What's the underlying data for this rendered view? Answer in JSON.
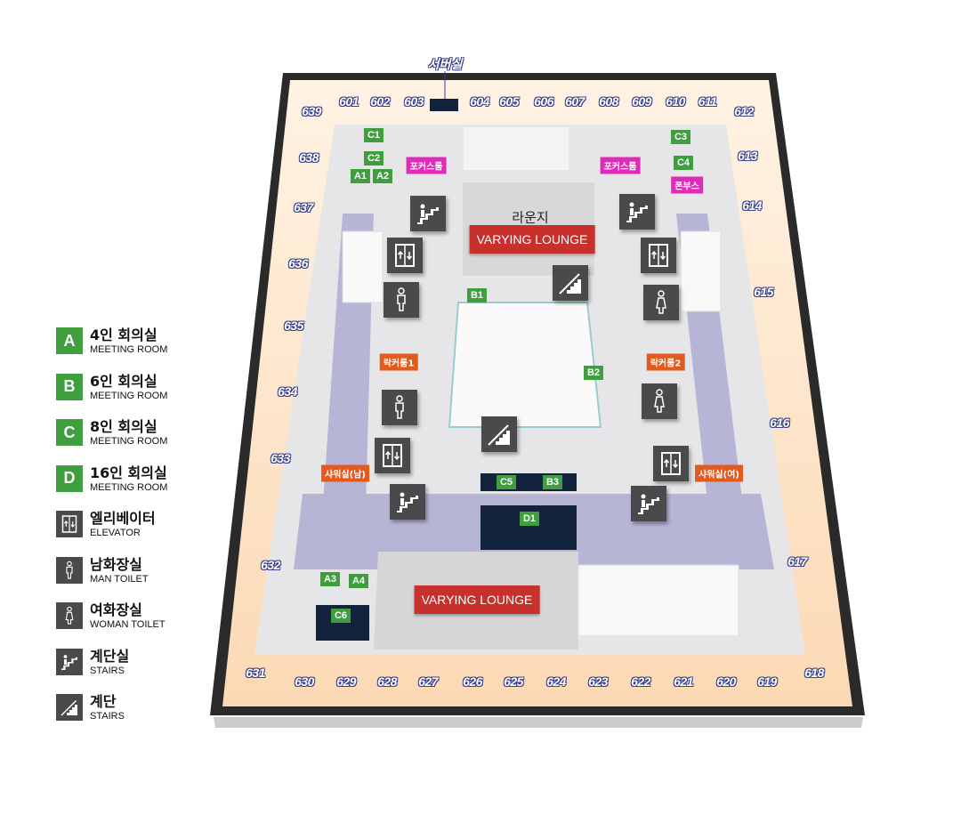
{
  "map": {
    "server_room_label": "서버실",
    "lounge_label_kr": "라운지",
    "lounges": [
      "VARYING LOUNGE",
      "VARYING LOUNGE"
    ],
    "rooms": [
      "601",
      "602",
      "603",
      "604",
      "605",
      "606",
      "607",
      "608",
      "609",
      "610",
      "611",
      "612",
      "613",
      "614",
      "615",
      "616",
      "617",
      "618",
      "619",
      "620",
      "621",
      "622",
      "623",
      "624",
      "625",
      "626",
      "627",
      "628",
      "629",
      "630",
      "631",
      "632",
      "633",
      "634",
      "635",
      "636",
      "637",
      "638",
      "639"
    ],
    "meeting_rooms": [
      "C1",
      "C2",
      "A1",
      "A2",
      "C3",
      "C4",
      "B1",
      "B2",
      "C5",
      "B3",
      "D1",
      "A3",
      "A4",
      "C6"
    ],
    "focus_rooms": [
      "포커스룸",
      "포커스룸",
      "폰부스"
    ],
    "facilities": [
      "락커룸1",
      "락커룸2",
      "샤워실(남)",
      "샤워실(여)"
    ],
    "icons": [
      "stairs-room",
      "stairs-room",
      "stairs-room",
      "stairs-room",
      "elevator",
      "elevator",
      "elevator",
      "elevator",
      "man-toilet",
      "man-toilet",
      "woman-toilet",
      "woman-toilet",
      "stairs",
      "stairs"
    ],
    "colors": {
      "meeting": "#3f9f3f",
      "focus": "#e02bb8",
      "facility": "#e25a1c",
      "lounge": "#c8302c",
      "icon": "#4a4a4c"
    }
  },
  "legend": [
    {
      "badge": "A",
      "kr": "4인 회의실",
      "en": "MEETING ROOM"
    },
    {
      "badge": "B",
      "kr": "6인 회의실",
      "en": "MEETING ROOM"
    },
    {
      "badge": "C",
      "kr": "8인 회의실",
      "en": "MEETING ROOM"
    },
    {
      "badge": "D",
      "kr": "16인 회의실",
      "en": "MEETING ROOM"
    },
    {
      "icon": "elevator",
      "kr": "엘리베이터",
      "en": "ELEVATOR"
    },
    {
      "icon": "man-toilet",
      "kr": "남화장실",
      "en": "MAN TOILET"
    },
    {
      "icon": "woman-toilet",
      "kr": "여화장실",
      "en": "WOMAN TOILET"
    },
    {
      "icon": "stairs-room",
      "kr": "계단실",
      "en": "STAIRS"
    },
    {
      "icon": "stairs",
      "kr": "계단",
      "en": "STAIRS"
    }
  ]
}
